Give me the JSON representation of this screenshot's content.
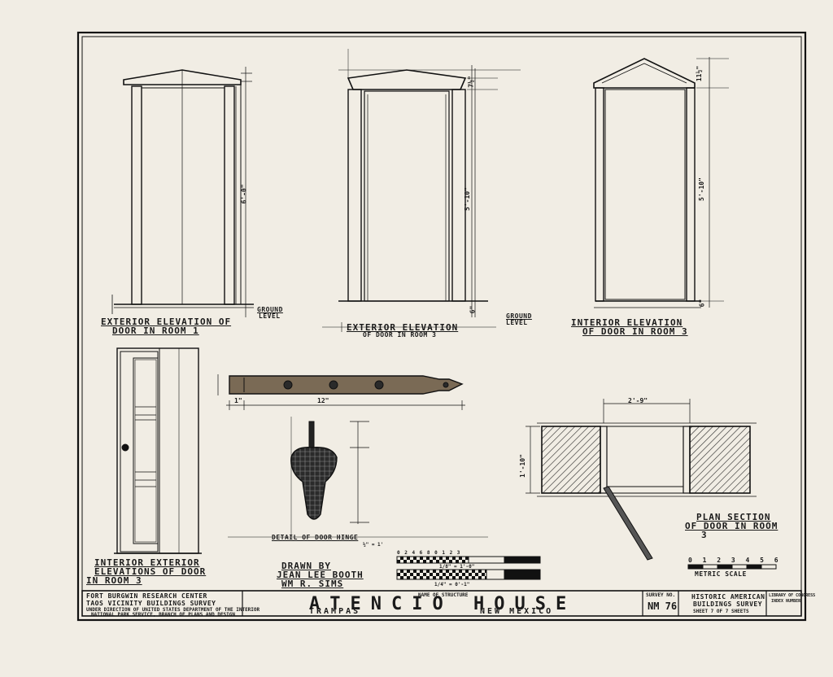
{
  "drawings": {
    "door_room1_ext": {
      "title_1": "EXTERIOR ELEVATION OF",
      "title_2": "DOOR IN ROOM 1",
      "ground": "GROUND",
      "ground_2": "LEVEL",
      "dim_height": "6'-0\""
    },
    "door_room3_ext": {
      "title_1": "EXTERIOR ELEVATION",
      "title_2": "OF DOOR IN ROOM 3",
      "ground": "GROUND",
      "ground_2": "LEVEL",
      "dim_height": "5'-10\"",
      "dim_top": "7½\"",
      "dim_base": "6\""
    },
    "door_room3_int": {
      "title_1": "INTERIOR ELEVATION",
      "title_2": "OF DOOR IN ROOM 3",
      "dim_height": "5'-10\"",
      "dim_top": "11½\"",
      "dim_base": "6\""
    },
    "door_room3_elev": {
      "title_1": "INTERIOR EXTERIOR",
      "title_2": "ELEVATIONS OF DOOR",
      "title_3": "IN ROOM 3"
    },
    "hinge": {
      "title": "DETAIL OF DOOR HINGE",
      "scale": "½\" = 1'",
      "dim_length": "12\"",
      "dim_end": "1\""
    },
    "plan_section": {
      "title_1": "PLAN SECTION",
      "title_2": "OF DOOR IN ROOM",
      "title_3": "3",
      "dim_width": "2'-9\"",
      "dim_depth": "1'-10\"",
      "scale_label": "METRIC SCALE",
      "scale_ticks": "0 1 2 3 4 5 6"
    }
  },
  "credits": {
    "line1": "DRAWN BY",
    "line2": "JEAN LEE BOOTH",
    "line3": "Wm R. SIMS"
  },
  "scales": {
    "top_ticks": "0 2 4 6 8 0   1   2   3",
    "scale1": "1/8\" = 1'-0\"",
    "scale2": "1/4\" = 0'-1\""
  },
  "title_block": {
    "org_1": "FORT BURGWIN RESEARCH CENTER",
    "org_2": "TAOS VICINITY BUILDINGS SURVEY",
    "org_3": "UNDER DIRECTION OF UNITED STATES DEPARTMENT OF THE INTERIOR",
    "org_4": "NATIONAL PARK SERVICE, BRANCH OF PLANS AND DESIGN",
    "name_caption": "NAME OF STRUCTURE",
    "structure": "ATENCIO HOUSE",
    "location_1": "TRAMPAS",
    "location_2": "NEW MEXICO",
    "survey_caption": "SURVEY NO.",
    "survey_no": "NM 76",
    "agency_1": "HISTORIC AMERICAN",
    "agency_2": "BUILDINGS SURVEY",
    "sheet": "SHEET 7 OF 7 SHEETS",
    "library_1": "LIBRARY OF CONGRESS",
    "library_2": "INDEX NUMBER"
  }
}
